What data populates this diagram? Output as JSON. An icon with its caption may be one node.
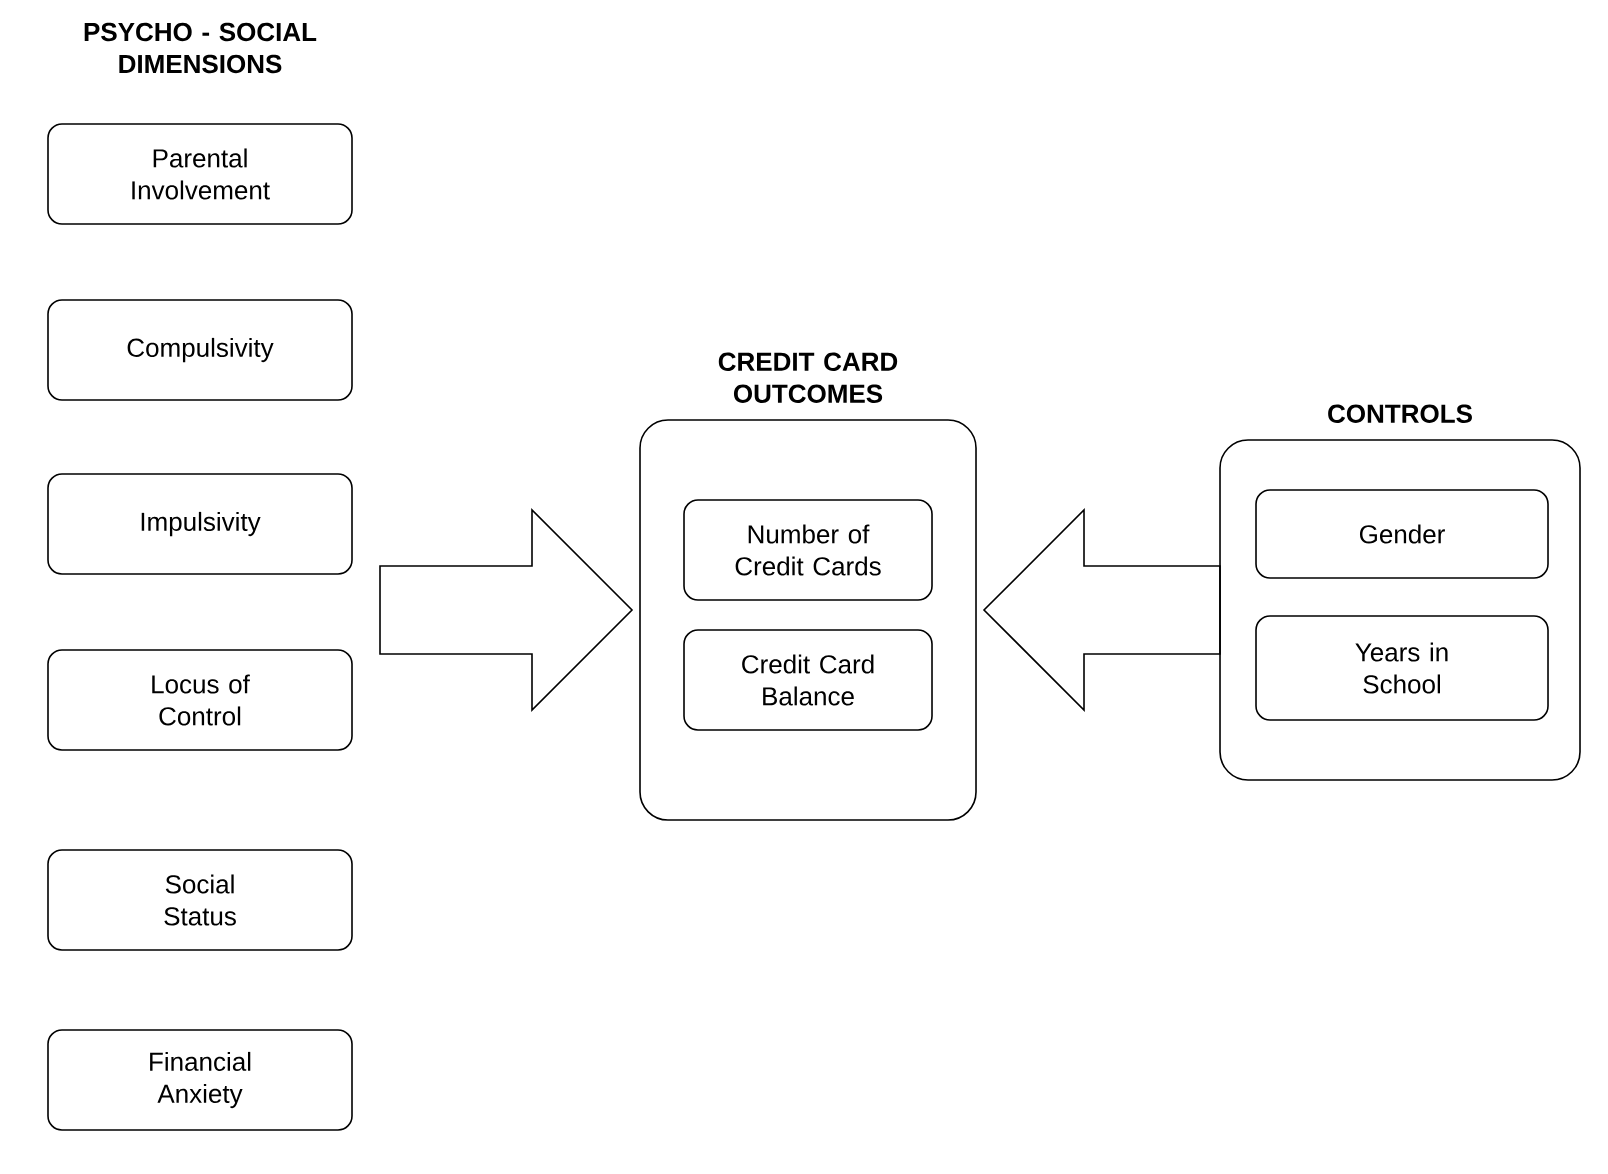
{
  "diagram": {
    "nodes": [
      {
        "text": [
          "Parental Involvement"
        ]
      },
      {
        "text": [
          "Compulsivity"
        ]
      },
      {
        "text": [
          "Impulsivity"
        ]
      },
      {
        "text": [
          "Locus of Control"
        ]
      },
      {
        "text": [
          "Social Status"
        ]
      },
      {
        "text": [
          "Financial Anxiety"
        ]
      },
      {
        "text": [
          "CREDIT CARD OUTCOMES"
        ]
      },
      {
        "text": [
          "Number of Credit Cards"
        ],
        "in": 6
      },
      {
        "text": [
          "Credit Card Balance"
        ],
        "in": 6
      },
      {
        "text": [
          "CONTROLS"
        ]
      },
      {
        "text": [
          "Gender"
        ],
        "in": 9
      },
      {
        "text": [
          "Years in School"
        ],
        "in": 9
      }
    ],
    "edges": [
      {
        "from": null,
        "to": 6,
        "arrow": "to"
      },
      {
        "from": 9,
        "to": 6,
        "arrow": "to"
      }
    ],
    "labels": [
      "PSYCHO - SOCIAL DIMENSIONS"
    ]
  }
}
